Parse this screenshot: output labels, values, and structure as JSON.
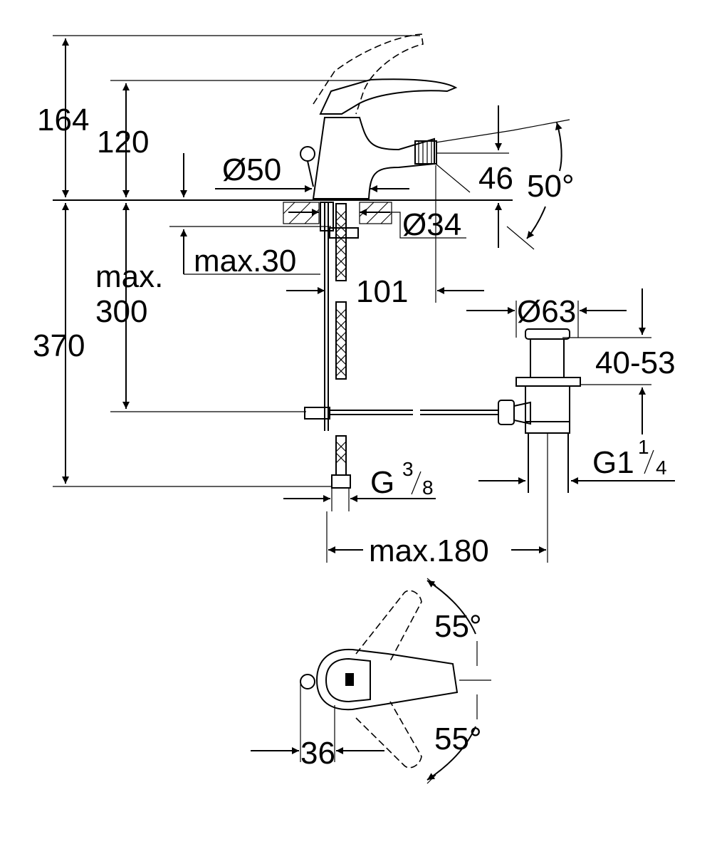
{
  "dimensions": {
    "total_height": "164",
    "spout_height": "120",
    "body_diameter": "Ø50",
    "hole_diameter": "Ø34",
    "inlet_height": "46",
    "spout_angle": "50°",
    "max_thickness": "max.30",
    "max_depth_line1": "max.",
    "max_depth_line2": "300",
    "below_deck": "370",
    "projection": "101",
    "waste_diameter": "Ø63",
    "waste_range": "40-53",
    "waste_thread_main": "G1",
    "waste_thread_num": "1",
    "waste_thread_den": "4",
    "supply_thread_main": "G",
    "supply_thread_num": "3",
    "supply_thread_den": "8",
    "max_distance": "max.180",
    "lever_angle_top": "55°",
    "lever_angle_bottom": "55°",
    "lever_offset": "36"
  }
}
